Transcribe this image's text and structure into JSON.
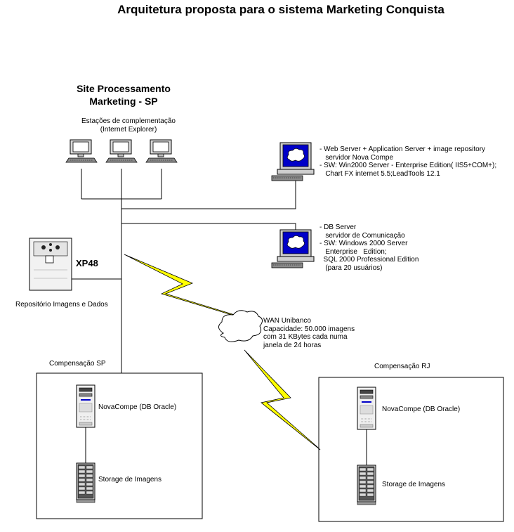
{
  "title": "Arquitetura proposta para o sistema Marketing Conquista",
  "site": {
    "title_line1": "Site Processamento",
    "title_line2": "Marketing - SP",
    "workstations_line1": "Estações de complementação",
    "workstations_line2": "(Internet Explorer)"
  },
  "web_server": {
    "description": "- Web Server + Application Server + image repository\n   servidor Nova Compe\n- SW: Win2000 Server - Enterprise Edition( IIS5+COM+);\n   Chart FX internet 5.5;LeadTools 12.1"
  },
  "db_server": {
    "description": "- DB Server\n   servidor de Comunicação\n- SW: Windows 2000 Server\n   Enterprise   Edition;\n  SQL 2000 Professional Edition\n   (para 20 usuários)"
  },
  "storage_device": {
    "name": "XP48",
    "label": "Repositório Imagens e Dados"
  },
  "wan": {
    "description": "WAN Unibanco\nCapacidade: 50.000 imagens\ncom 31 KBytes cada numa\njanela de 24 horas"
  },
  "compensacao_sp": {
    "label": "Compensação SP",
    "server_label": "NovaCompe (DB Oracle)",
    "storage_label": "Storage de Imagens"
  },
  "compensacao_rj": {
    "label": "Compensação RJ",
    "server_label": "NovaCompe (DB Oracle)",
    "storage_label": "Storage de Imagens"
  },
  "colors": {
    "lightning": "#ffff00",
    "screen": "#0000c8",
    "line": "#000000"
  }
}
